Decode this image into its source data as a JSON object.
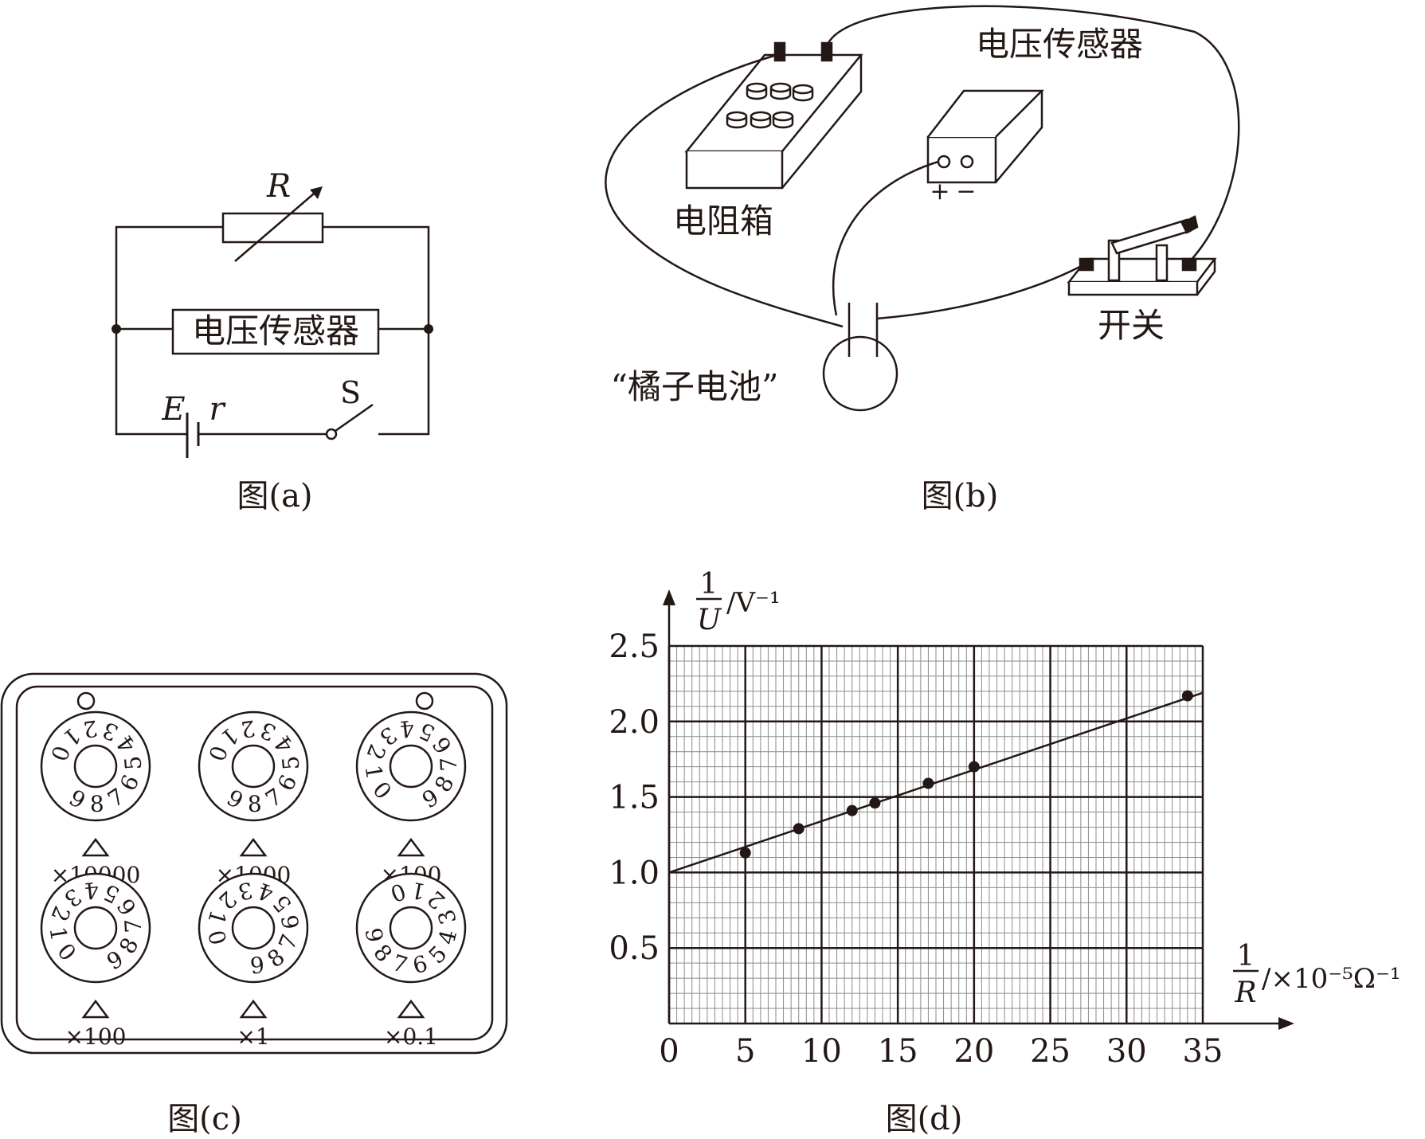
{
  "figures": {
    "a": {
      "caption": "图(a)",
      "resistor_label": "R",
      "sensor_label": "电压传感器",
      "emf_label": "E",
      "internal_resistance_label": "r",
      "switch_label": "S"
    },
    "b": {
      "caption": "图(b)",
      "sensor_label": "电压传感器",
      "resistance_box_label": "电阻箱",
      "switch_label": "开关",
      "battery_label": "“橘子电池”",
      "plus_label": "+",
      "minus_label": "−"
    },
    "c": {
      "caption": "图(c)",
      "dials": [
        {
          "multiplier": "×10000",
          "digits": [
            "0",
            "1",
            "2",
            "3",
            "4",
            "5",
            "6",
            "7",
            "8",
            "9"
          ]
        },
        {
          "multiplier": "×1000",
          "digits": [
            "0",
            "1",
            "2",
            "3",
            "4",
            "5",
            "6",
            "7",
            "8",
            "9"
          ]
        },
        {
          "multiplier": "×100",
          "digits": [
            "0",
            "1",
            "2",
            "3",
            "4",
            "5",
            "6",
            "7",
            "8",
            "9"
          ]
        },
        {
          "multiplier": "×100",
          "digits": [
            "0",
            "1",
            "2",
            "3",
            "4",
            "5",
            "6",
            "7",
            "8",
            "9"
          ]
        },
        {
          "multiplier": "×1",
          "digits": [
            "0",
            "1",
            "2",
            "3",
            "4",
            "5",
            "6",
            "7",
            "8",
            "9"
          ]
        },
        {
          "multiplier": "×0.1",
          "digits": [
            "0",
            "1",
            "2",
            "3",
            "4",
            "5",
            "6",
            "7",
            "8",
            "9"
          ]
        }
      ]
    },
    "d": {
      "caption": "图(d)",
      "y_label_numerator": "1",
      "y_label_denominator": "U",
      "y_unit": "/V⁻¹",
      "x_label_numerator": "1",
      "x_label_denominator": "R",
      "x_unit": "/×10⁻⁵Ω⁻¹"
    }
  },
  "chart_data": {
    "type": "scatter",
    "title": "",
    "xlim": [
      0,
      35
    ],
    "ylim": [
      0,
      2.5
    ],
    "x_ticks": [
      0,
      5,
      10,
      15,
      20,
      25,
      30,
      35
    ],
    "x_tick_labels": [
      "0",
      "5",
      "10",
      "15",
      "20",
      "25",
      "30",
      "35"
    ],
    "y_ticks": [
      0.5,
      1.0,
      1.5,
      2.0,
      2.5
    ],
    "y_tick_labels": [
      "0.5",
      "1.0",
      "1.5",
      "2.0",
      "2.5"
    ],
    "grid": true,
    "points": [
      {
        "x": 5.0,
        "y": 1.13
      },
      {
        "x": 8.5,
        "y": 1.29
      },
      {
        "x": 12.0,
        "y": 1.41
      },
      {
        "x": 13.5,
        "y": 1.46
      },
      {
        "x": 17.0,
        "y": 1.59
      },
      {
        "x": 20.0,
        "y": 1.7
      },
      {
        "x": 34.0,
        "y": 2.17
      }
    ],
    "fit_line": {
      "x": [
        0,
        35
      ],
      "y": [
        1.0,
        2.19
      ]
    }
  }
}
